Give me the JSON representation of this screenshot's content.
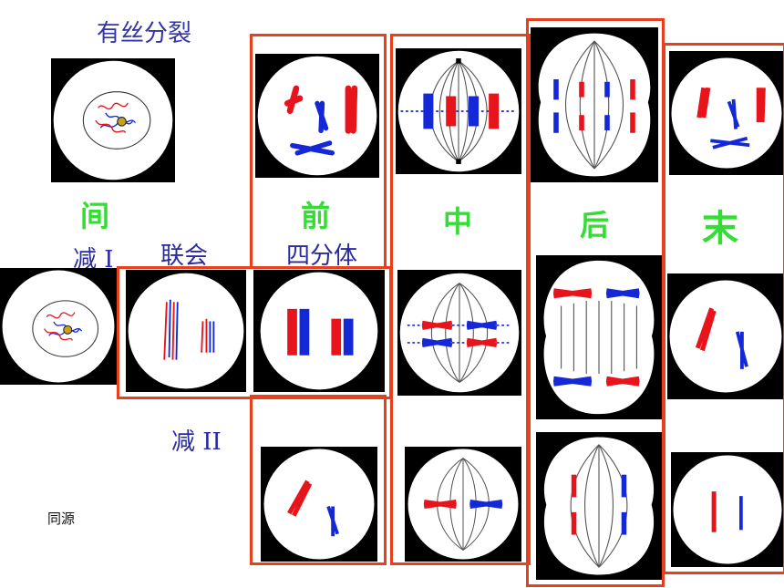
{
  "title": "有丝分裂",
  "stages": {
    "interphase": "间",
    "prophase": "前",
    "metaphase": "中",
    "anaphase": "后",
    "telophase": "末"
  },
  "rows": {
    "meiosis1": "减 I",
    "meiosis2": "减 II"
  },
  "labels": {
    "synapsis": "联会",
    "tetrad": "四分体",
    "homologous": "同源"
  },
  "colors": {
    "red": "#e8141c",
    "blue": "#1428d8",
    "frame": "#e8401c",
    "stage_text": "#33dd33",
    "label_text": "#2a2aa0"
  }
}
